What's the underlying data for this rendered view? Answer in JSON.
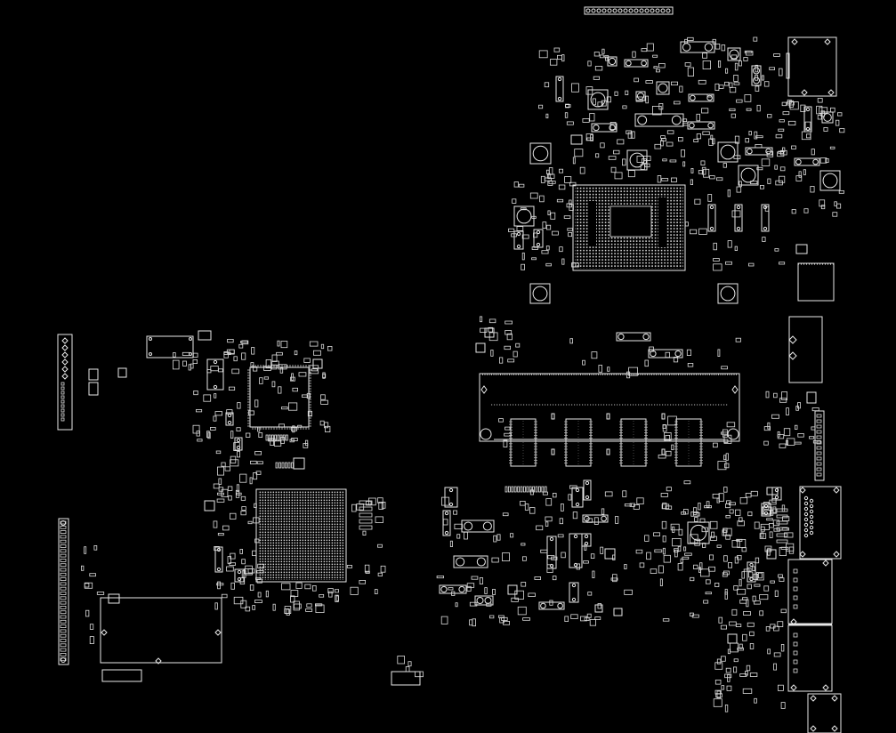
{
  "viewer": {
    "background_color": "#000000",
    "outline_color": "#e8e8e8"
  },
  "board": {
    "components": [
      {
        "kind": "soc-bga",
        "name": "cpu"
      },
      {
        "kind": "bga",
        "name": "pch"
      },
      {
        "kind": "qfp",
        "name": "embedded-controller"
      },
      {
        "kind": "so-dimm",
        "name": "memory-slot"
      },
      {
        "kind": "dram",
        "name": "memory-chips"
      },
      {
        "kind": "connector",
        "name": "usb-ports"
      },
      {
        "kind": "connector",
        "name": "lan-port"
      },
      {
        "kind": "connector",
        "name": "vga-port"
      },
      {
        "kind": "connector",
        "name": "dc-jack"
      },
      {
        "kind": "connector",
        "name": "keyboard-connector"
      },
      {
        "kind": "connector",
        "name": "touchpad-connector"
      }
    ]
  }
}
